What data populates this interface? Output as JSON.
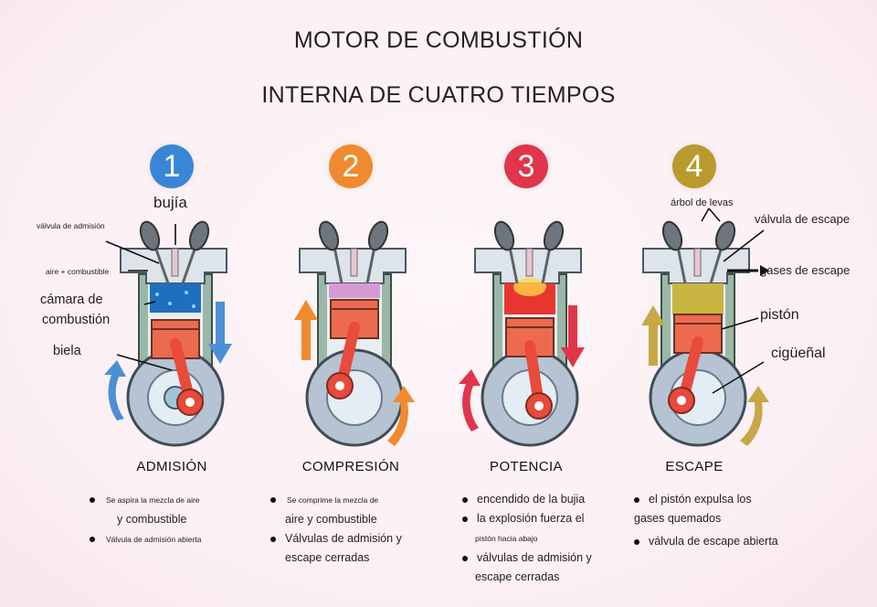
{
  "title": {
    "line1": "MOTOR DE COMBUSTIÓN",
    "line2": "INTERNA DE CUATRO TIEMPOS"
  },
  "colors": {
    "stage1": "#3a86d6",
    "stage2": "#f08a2e",
    "stage3": "#e0354b",
    "stage4": "#b99a2c",
    "mixture": "#1f6fbf",
    "combustion": "#e8362f",
    "exhaust": "#c9b541",
    "piston": "#ec6b4f"
  },
  "stages": [
    {
      "number": "1",
      "title": "ADMISIÓN",
      "bullets": [
        "Se aspira la mezcla de aire",
        "y combustible",
        "Válvula de admisión abierta"
      ]
    },
    {
      "number": "2",
      "title": "COMPRESIÓN",
      "bullets": [
        "Se comprime la mezcla de",
        "aire y combustible",
        "Válvulas de admisión y",
        "escape cerradas"
      ]
    },
    {
      "number": "3",
      "title": "POTENCIA",
      "bullets": [
        "encendido de la bujia",
        "la explosión fuerza el",
        "pistón hacia abajo",
        "válvulas de admisión y",
        "escape cerradas"
      ]
    },
    {
      "number": "4",
      "title": "ESCAPE",
      "bullets": [
        "el pistón expulsa los",
        "gases quemados",
        "válvula de escape abierta"
      ]
    }
  ],
  "labels": {
    "bujia": "bujía",
    "valvula_admision": "válvula de admisión",
    "aire_combustible": "aire + combustible",
    "camara1": "cámara de",
    "camara2": "combustión",
    "biela": "biela",
    "arbol_levas": "árbol de levas",
    "valvula_escape": "válvula de escape",
    "gases_escape": "gases de escape",
    "piston": "pistón",
    "ciguenal": "cigüeñal"
  }
}
